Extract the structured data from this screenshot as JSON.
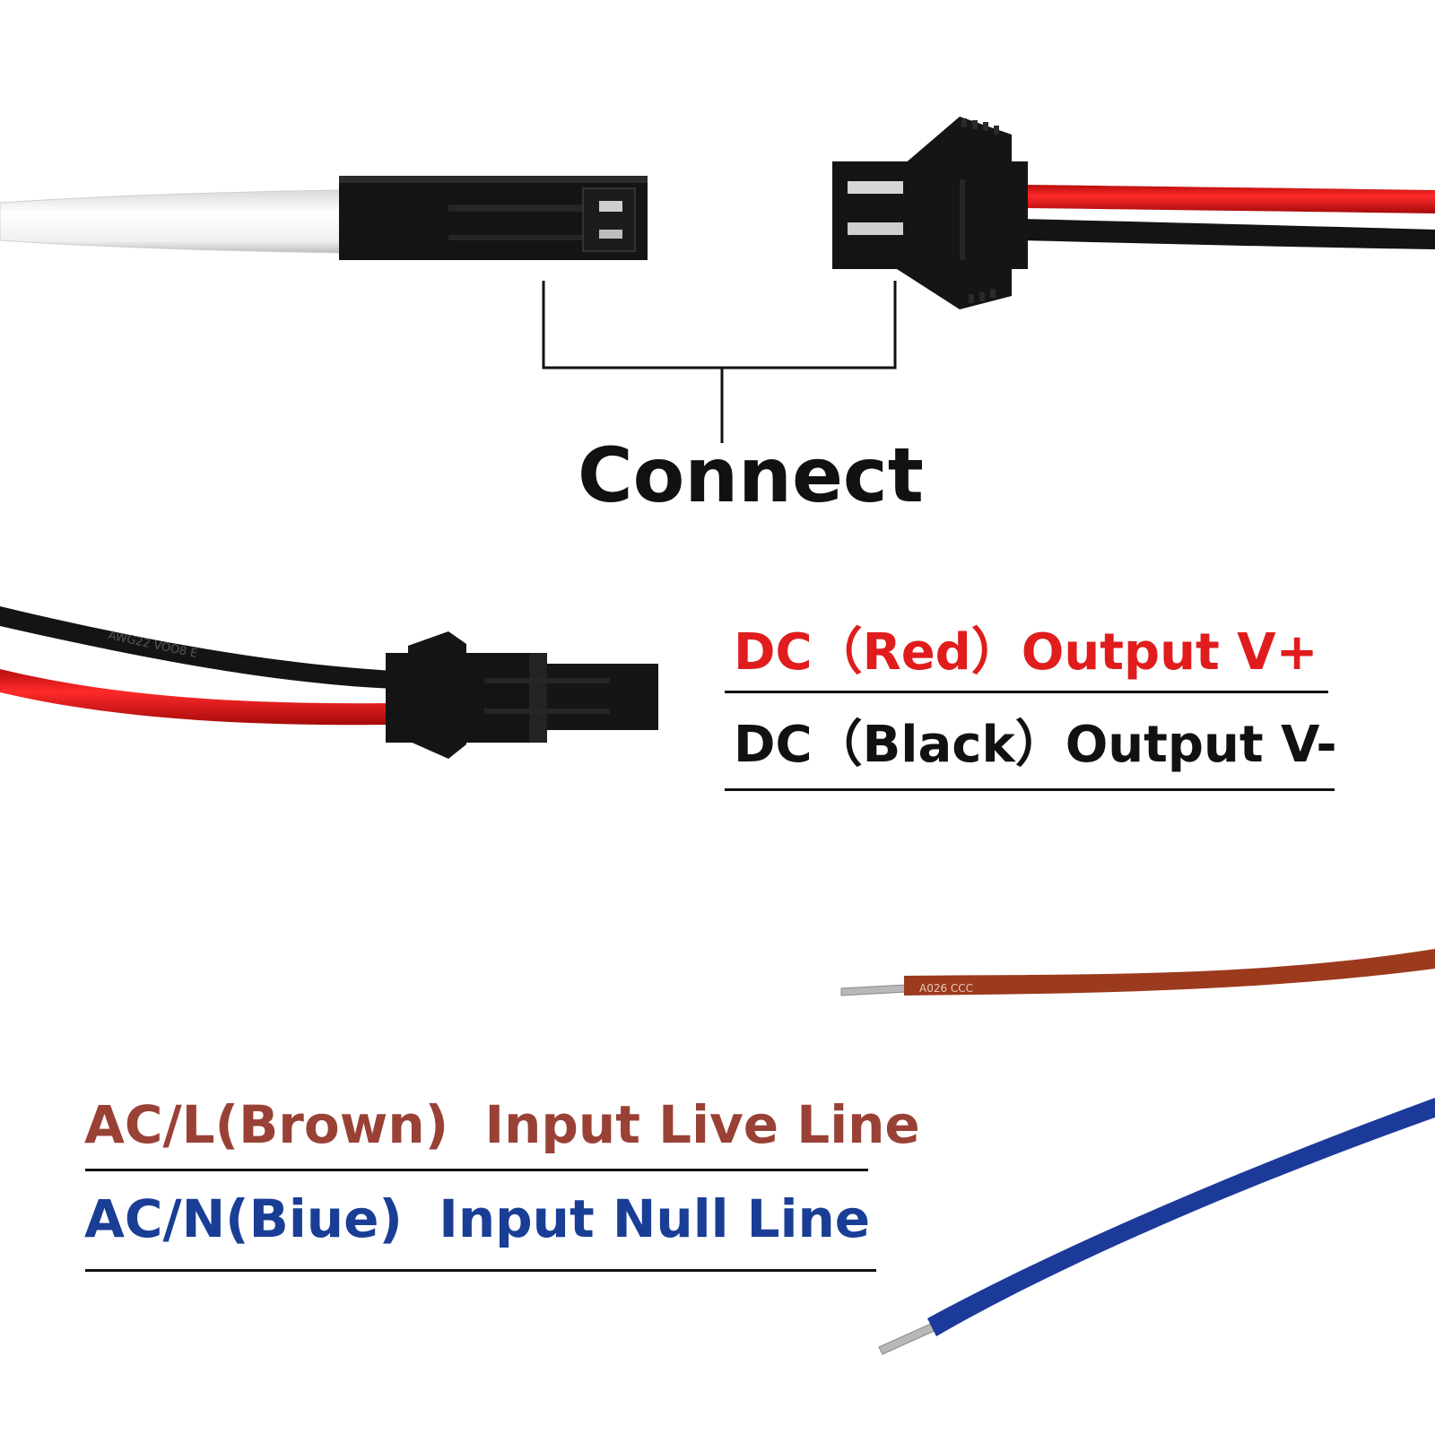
{
  "connect_label": "Connect",
  "dc_output": {
    "red_label": "DC（Red）Output V+",
    "black_label": "DC（Black）Output V-",
    "red_color": "#e01c1c",
    "black_color": "#111111"
  },
  "ac_input": {
    "brown_label": "AC/L(Brown)  Input Live Line",
    "blue_label": "AC/N(Biue)  Input Null Line",
    "brown_color": "#9a4136",
    "blue_color": "#1a3e96"
  },
  "wire_prints": {
    "dc_black_wire": "AWG22  VOO8  E",
    "ac_brown_wire": "A026   CCC"
  }
}
